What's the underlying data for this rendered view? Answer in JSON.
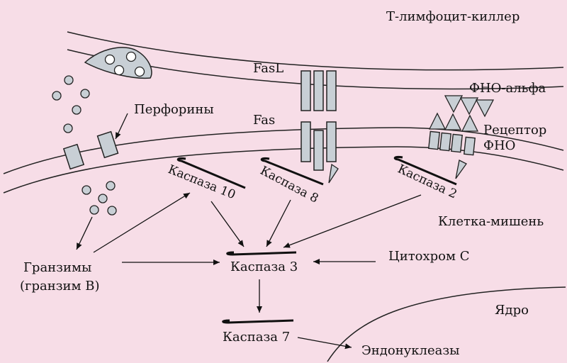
{
  "colors": {
    "background": "#f7dde7",
    "membrane": "#222222",
    "receptor_fill": "#c8cfd5",
    "vesicle_fill": "#c8cfd5",
    "granule_fill": "#c8cfd5",
    "text": "#111111"
  },
  "labels": {
    "t_killer": "Т-лимфоцит-киллер",
    "fasl": "FasL",
    "fas": "Fas",
    "perforins": "Перфорины",
    "tnf_alpha": "ФНО-альфа",
    "tnf_receptor_line1": "Рецептор",
    "tnf_receptor_line2": "ФНО",
    "target_cell": "Клетка-мишень",
    "caspase10": "Каспаза 10",
    "caspase8": "Каспаза 8",
    "caspase2": "Каспаза 2",
    "caspase3": "Каспаза 3",
    "caspase7": "Каспаза 7",
    "granzymes_line1": "Гранзимы",
    "granzymes_line2": "(гранзим В)",
    "cytochrome_c": "Цитохром С",
    "nucleus": "Ядро",
    "endonucleases": "Эндонуклеазы"
  }
}
